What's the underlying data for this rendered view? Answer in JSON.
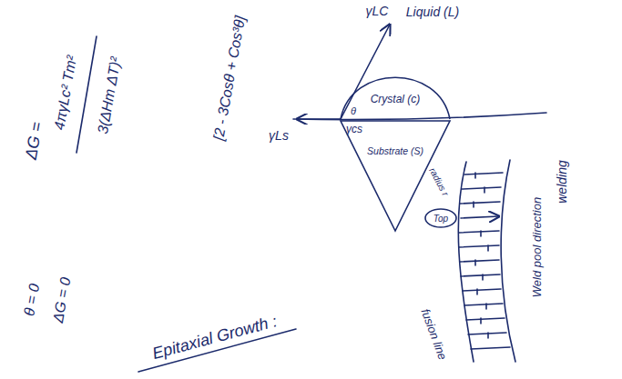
{
  "diagram": {
    "nodes": [
      {
        "text": [
          "Crystal (c)"
        ]
      },
      {
        "text": [
          "Substrate (S)"
        ]
      }
    ],
    "labels": [
      "ΔG =",
      "4πγLc² Tm²",
      "3(ΔHm ΔT)²",
      "[2 - 3Cosθ + Cos³θ]",
      "θ = 0",
      "ΔG = 0",
      "Epitaxial Growth :",
      "γLC",
      "Liquid (L)",
      "γLs",
      "θ",
      "γcs",
      "radius r",
      "welding",
      "Weld pool direction",
      "Top",
      "fusion line"
    ]
  }
}
